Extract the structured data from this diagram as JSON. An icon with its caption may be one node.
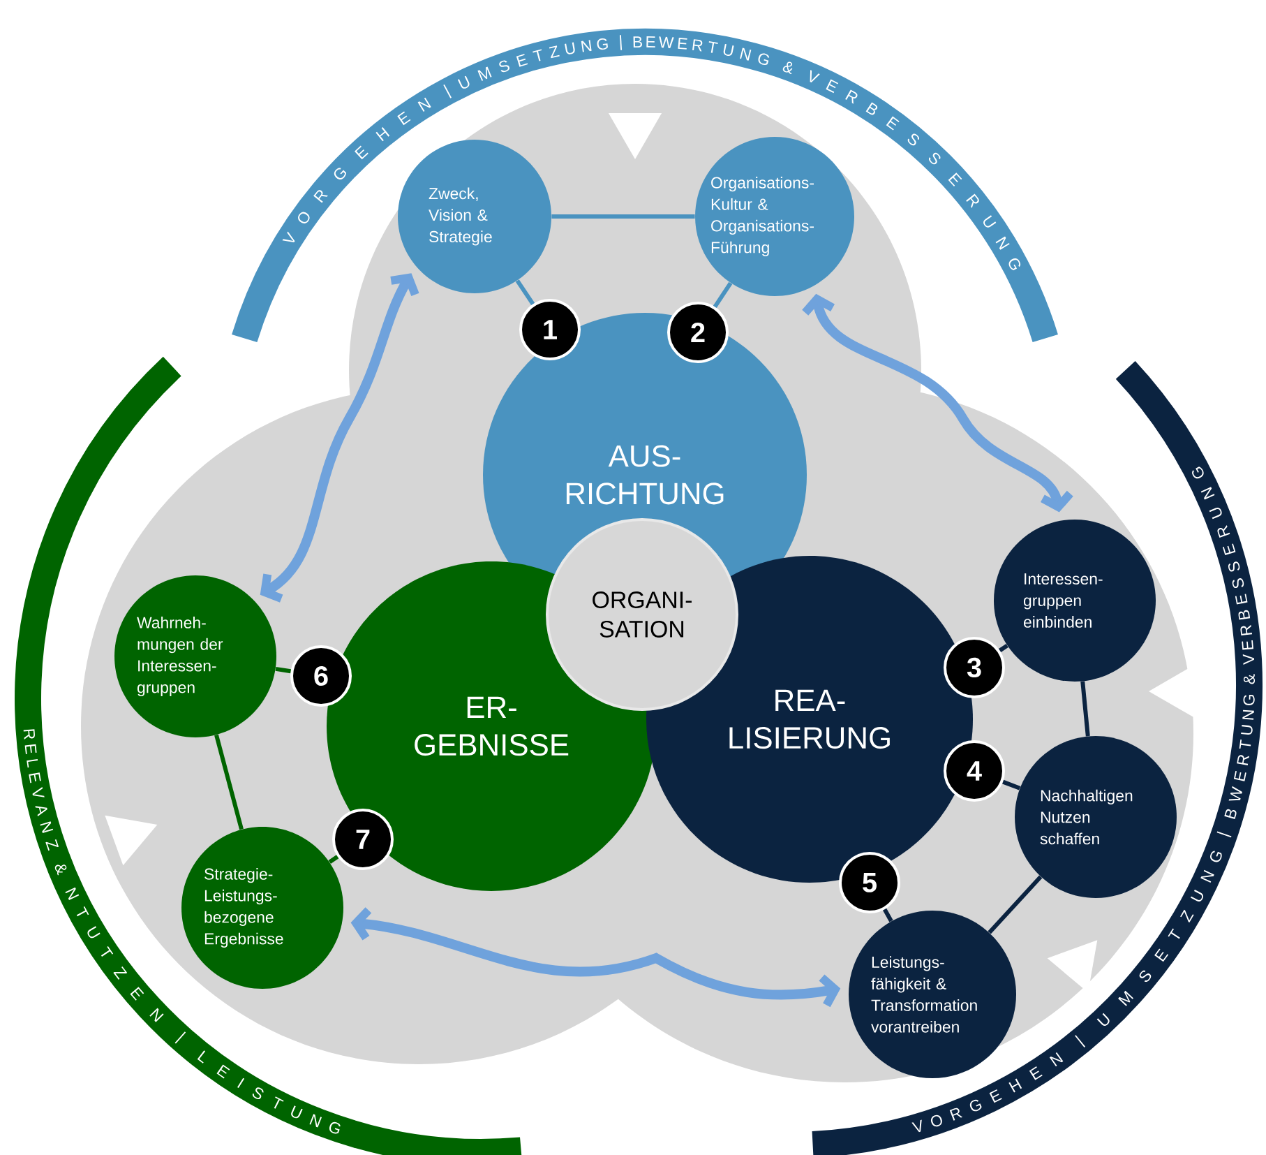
{
  "diagram": {
    "nodes": [
      {
        "text": [
          "Zweck, Vision & Strategie"
        ]
      },
      {
        "text": [
          "Organisations- Kultur & Organisations- Führung"
        ]
      },
      {
        "text": [
          "1"
        ]
      },
      {
        "text": [
          "2"
        ]
      },
      {
        "text": [
          "AUS- RICHTUNG"
        ]
      },
      {
        "text": [
          "Interessen- gruppen einbinden"
        ]
      },
      {
        "text": [
          "Wahrneh- mungen der Interessen- gruppen"
        ]
      },
      {
        "text": [
          "6"
        ]
      },
      {
        "text": [
          "ORGANI- SATION"
        ]
      },
      {
        "text": [
          "3"
        ]
      },
      {
        "text": [
          "ER- GEBNISSE"
        ]
      },
      {
        "text": [
          "REA- LISIERUNG"
        ]
      },
      {
        "text": [
          "4"
        ]
      },
      {
        "text": [
          "Nachhaltigen Nutzen schaffen"
        ]
      },
      {
        "text": [
          "7"
        ]
      },
      {
        "text": [
          "Strategie- Leistungs- bezogene Ergebnisse"
        ]
      },
      {
        "text": [
          "5"
        ]
      },
      {
        "text": [
          "Leistungs- fähigkeit & Transformation vorantreiben"
        ]
      }
    ],
    "edges": [
      {
        "from": 0,
        "to": 1,
        "arrow": "none",
        "color": "#4a93c0"
      },
      {
        "from": 0,
        "to": 2,
        "arrow": "none",
        "color": "#4a93c0"
      },
      {
        "from": 1,
        "to": 3,
        "arrow": "none",
        "color": "#4a93c0"
      },
      {
        "from": 5,
        "to": 9,
        "arrow": "none"
      },
      {
        "from": 5,
        "to": 13,
        "arrow": "none"
      },
      {
        "from": 13,
        "to": 12,
        "arrow": "none"
      },
      {
        "from": 13,
        "to": 17,
        "arrow": "none"
      },
      {
        "from": 17,
        "to": 16,
        "arrow": "none"
      },
      {
        "from": 6,
        "to": 7,
        "arrow": "none",
        "color": "#006400"
      },
      {
        "from": 6,
        "to": 15,
        "arrow": "none",
        "color": "#006400"
      },
      {
        "from": 15,
        "to": 14,
        "arrow": "none",
        "color": "#006400"
      },
      {
        "from": 0,
        "to": 6,
        "arrow": "both",
        "style": "thick",
        "color": "#6fa2dc"
      },
      {
        "from": 1,
        "to": 5,
        "arrow": "both",
        "style": "thick",
        "color": "#6fa2dc"
      },
      {
        "from": 15,
        "to": 17,
        "arrow": "both",
        "style": "thick",
        "color": "#6fa2dc"
      }
    ],
    "labels": [
      "VORGEHEN |UMSETZUNG | BEWERTUNG & VERBESSERUNG",
      "VORGEHEN | UMSETZUNG | BWERTUNG & VERBESSERUNG",
      "RELEVANZ & NTUTZEN | LEISTUNG"
    ]
  }
}
